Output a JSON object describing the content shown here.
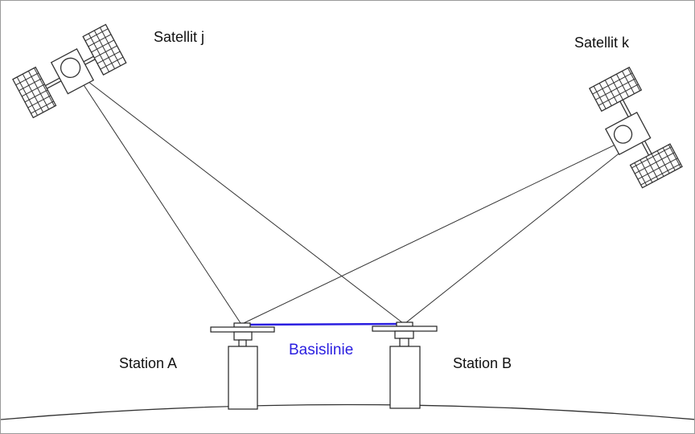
{
  "labels": {
    "satellite_j": "Satellit j",
    "satellite_k": "Satellit k",
    "station_a": "Station A",
    "station_b": "Station B",
    "baseline": "Basislinie"
  },
  "colors": {
    "baseline": "#2a1ee0",
    "lines": "#222222"
  }
}
